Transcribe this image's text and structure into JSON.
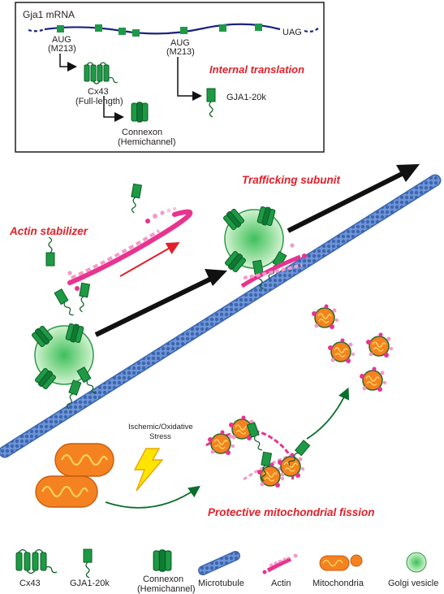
{
  "mrna": {
    "title": "Gja1 mRNA",
    "aug1": "AUG",
    "aug1_site": "(M213)",
    "aug2": "AUG",
    "aug2_site": "(M213)",
    "stop": "UAG",
    "cx43_line1": "Cx43",
    "cx43_line2": "(Full-length)",
    "connexon_line1": "Connexon",
    "connexon_line2": "(Hemichannel)",
    "internal_translation": "Internal translation",
    "gja1_20k": "GJA1-20k"
  },
  "labels": {
    "actin_stabilizer": "Actin stabilizer",
    "trafficking_subunit": "Trafficking subunit",
    "stress_line1": "Ischemic/Oxidative",
    "stress_line2": "Stress",
    "protective_fission": "Protective mitochondrial fission"
  },
  "legend": {
    "items": [
      "Cx43",
      "GJA1-20k",
      "Connexon",
      "(Hemichannel)",
      "Microtubule",
      "Actin",
      "Mitochondria",
      "Golgi vesicle"
    ]
  },
  "colors": {
    "green": "#1e9a45",
    "dark_green": "#0b6e2c",
    "red": "#e3202a",
    "pink": "#e8338f",
    "microtubule": "#4a78c2",
    "mito": "#f58220"
  }
}
